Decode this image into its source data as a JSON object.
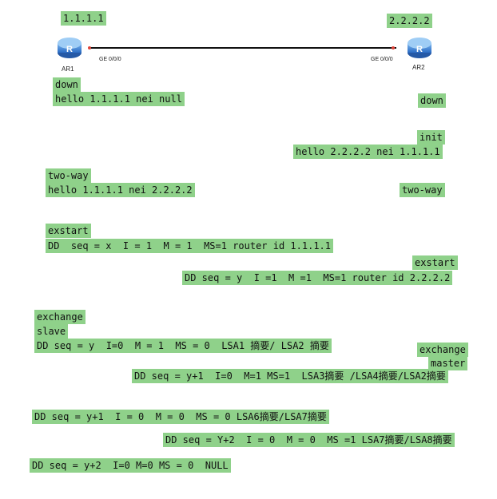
{
  "topology": {
    "r1": {
      "id": "1.1.1.1",
      "name": "AR1",
      "port": "GE 0/0/0",
      "icon": "router-icon"
    },
    "r2": {
      "id": "2.2.2.2",
      "name": "AR2",
      "port": "GE 0/0/0",
      "icon": "router-icon"
    }
  },
  "lines": {
    "l1": "down",
    "l2": "hello 1.1.1.1 nei null",
    "l3": "down",
    "l4": "init",
    "l5": "hello 2.2.2.2 nei 1.1.1.1",
    "l6": "two-way",
    "l7": "hello 1.1.1.1 nei 2.2.2.2",
    "l8": "two-way",
    "l9": "exstart",
    "l10": "DD  seq = x  I = 1  M = 1  MS=1 router id 1.1.1.1",
    "l11": "exstart",
    "l12": "DD seq = y  I =1  M =1  MS=1 router id 2.2.2.2",
    "l13": "exchange",
    "l14": "slave",
    "l15": "DD seq = y  I=0  M = 1  MS = 0  LSA1 摘要/ LSA2 摘要",
    "l16": "exchange",
    "l17": "master",
    "l18": "DD seq = y+1  I=0  M=1 MS=1  LSA3摘要 /LSA4摘要/LSA2摘要",
    "l19": "DD seq = y+1  I = 0  M = 0  MS = 0 LSA6摘要/LSA7摘要",
    "l20": "DD seq = Y+2  I = 0  M = 0  MS =1 LSA7摘要/LSA8摘要",
    "l21": "DD seq = y+2  I=0 M=0 MS = 0  NULL"
  },
  "colors": {
    "highlight": "#8fd18a",
    "port_dot": "#e0443a",
    "router_blue": "#3a7fd6"
  }
}
